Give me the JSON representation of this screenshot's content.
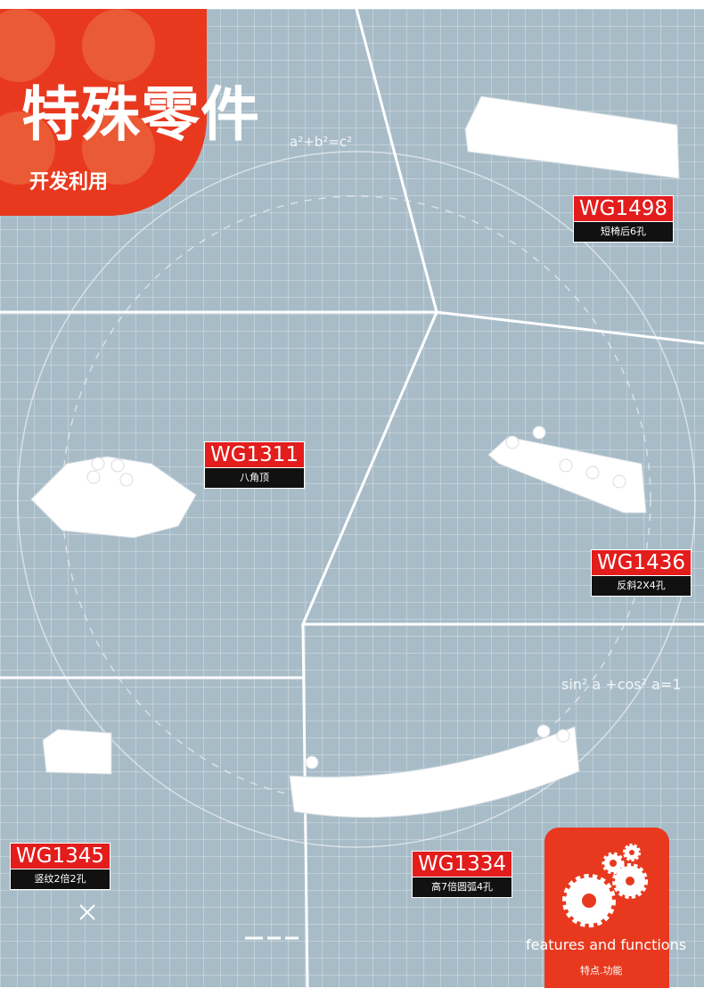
{
  "header": {
    "title": "特殊零件",
    "subtitle": "开发利用",
    "formula": "a²+b²=c²"
  },
  "formula2": "sin² a +cos² a=1",
  "parts": [
    {
      "code": "WG1498",
      "name": "短椅后6孔"
    },
    {
      "code": "WG1311",
      "name": "八角顶"
    },
    {
      "code": "WG1436",
      "name": "反斜2X4孔"
    },
    {
      "code": "WG1345",
      "name": "竖纹2倍2孔"
    },
    {
      "code": "WG1334",
      "name": "高7倍圆弧4孔"
    }
  ],
  "badge": {
    "en": "features and functions",
    "cn": "特点.功能"
  },
  "colors": {
    "accent": "#e8391f",
    "label_red": "#e31c1c",
    "background": "#a8bcc8"
  }
}
